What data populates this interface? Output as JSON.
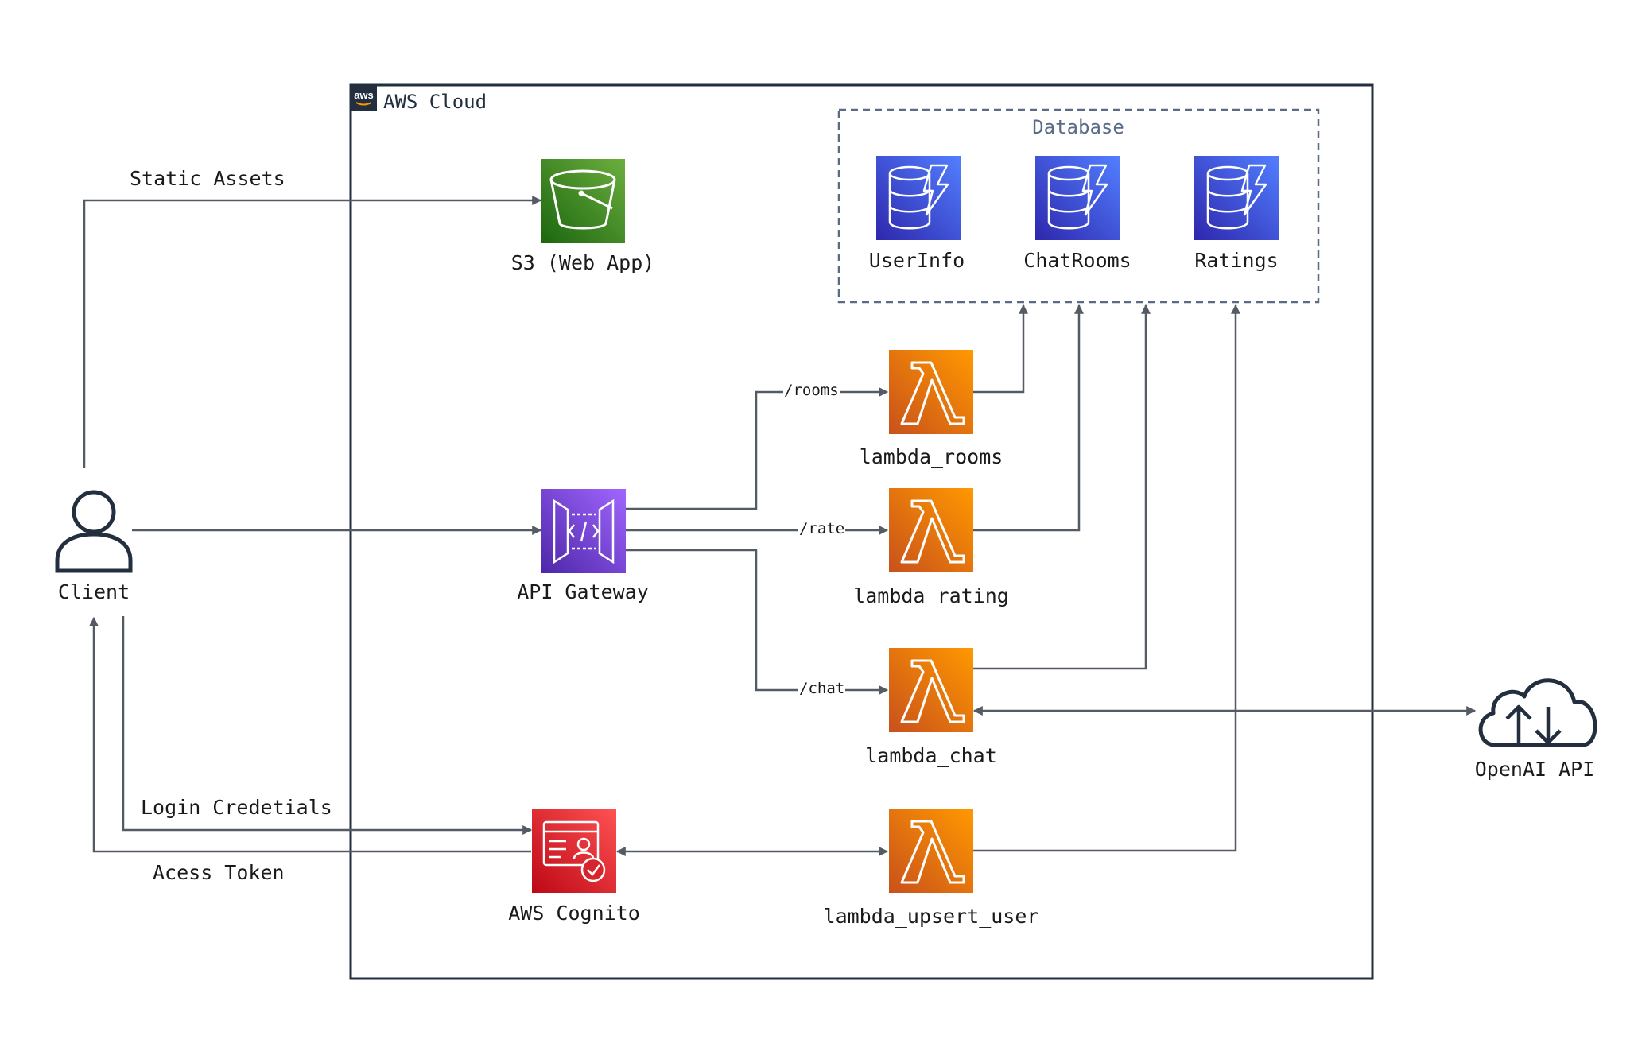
{
  "aws_cloud": {
    "label": "AWS Cloud",
    "logo_text": "aws"
  },
  "database": {
    "label": "Database",
    "tables": [
      {
        "label": "UserInfo"
      },
      {
        "label": "ChatRooms"
      },
      {
        "label": "Ratings"
      }
    ]
  },
  "client": {
    "label": "Client"
  },
  "s3": {
    "label": "S3 (Web App)"
  },
  "api_gateway": {
    "label": "API Gateway"
  },
  "cognito": {
    "label": "AWS Cognito"
  },
  "lambdas": {
    "rooms": {
      "label": "lambda_rooms"
    },
    "rating": {
      "label": "lambda_rating"
    },
    "chat": {
      "label": "lambda_chat"
    },
    "upsert_user": {
      "label": "lambda_upsert_user"
    }
  },
  "openai": {
    "label": "OpenAI API"
  },
  "edges": {
    "static_assets": "Static Assets",
    "rooms_route": "/rooms",
    "rate_route": "/rate",
    "chat_route": "/chat",
    "login_credentials": "Login Credetials",
    "access_token": "Acess Token"
  },
  "colors": {
    "line": "#545b64",
    "s3": "#3f8624",
    "api_gateway": "#8c4fff",
    "lambda": "#ed7100",
    "dynamodb": "#3b48cc",
    "cognito": "#dd344c",
    "group_border": "#232f3e",
    "db_border": "#5a6b86"
  }
}
